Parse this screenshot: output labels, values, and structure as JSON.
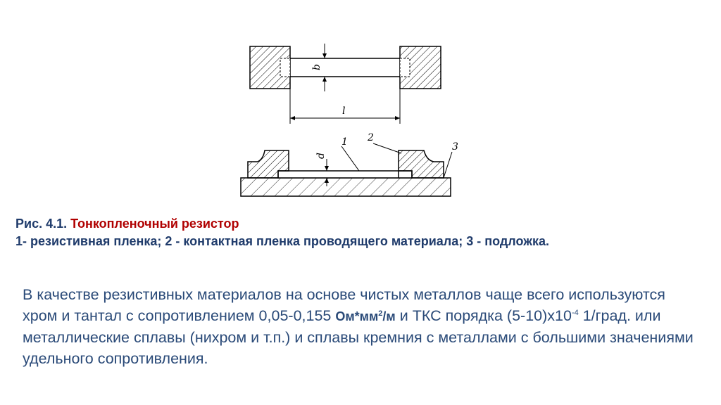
{
  "diagram": {
    "labels": {
      "b": "b",
      "l": "l",
      "d": "d",
      "n1": "1",
      "n2": "2",
      "n3": "3"
    }
  },
  "caption": {
    "prefix": "Рис. 4.1.",
    "title": "Тонкопленочный резистор",
    "legend": "1- резистивная пленка; 2 - контактная пленка проводящего материала; 3 - подложка."
  },
  "body": {
    "part1": "В качестве резистивных материалов на основе чистых металлов чаще всего используются хром и тантал с сопротивлением 0,05-0,155 ",
    "unit_a": "Ом*мм",
    "unit_sup": "2",
    "unit_b": "/м",
    "part2": " и ТКС порядка (5-10)х10",
    "exp": "-4",
    "part3": " 1/град. или металлические сплавы (нихром и т.п.) и сплавы кремния с металлами с большими значениями удельного сопротивления."
  },
  "colors": {
    "caption": "#1f3b6b",
    "title_accent": "#b00000",
    "body": "#2a4a78"
  }
}
